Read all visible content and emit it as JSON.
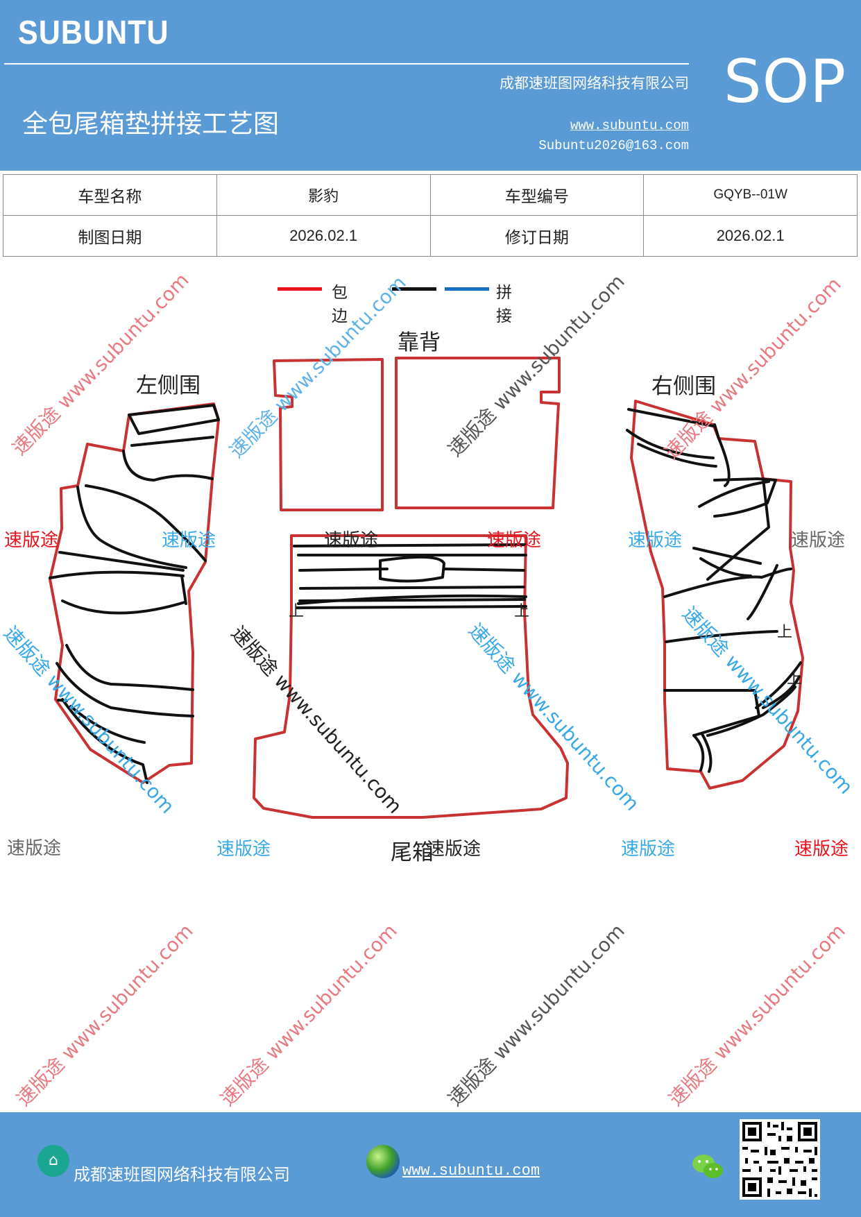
{
  "header": {
    "brand": "SUBUNTU",
    "company": "成都速班图网络科技有限公司",
    "title": "全包尾箱垫拼接工艺图",
    "website": "www.subuntu.com",
    "email": "Subuntu2026@163.com",
    "badge": "SOP"
  },
  "info_table": {
    "rows": [
      {
        "label1": "车型名称",
        "value1": "影豹",
        "label2": "车型编号",
        "value2": "GQYB--01W"
      },
      {
        "label1": "制图日期",
        "value1": "2026.02.1",
        "label2": "修订日期",
        "value2": "2026.02.1"
      }
    ]
  },
  "legend": {
    "items": [
      {
        "label": "包边",
        "color": "#e8141d"
      },
      {
        "label": "",
        "color": "#111111"
      },
      {
        "label": "拼接",
        "color": "#1a6fc4"
      }
    ]
  },
  "diagram": {
    "labels": {
      "backrest": "靠背",
      "left_side": "左侧围",
      "right_side": "右侧围",
      "trunk": "尾箱",
      "up_mark": "上"
    },
    "colors": {
      "edge": "#c83232",
      "seam": "#111111"
    }
  },
  "watermarks": {
    "brand_text": "速版途",
    "diag_text": "速版途 www.subuntu.com",
    "diag_url": "www.subuntu.com"
  },
  "footer": {
    "company": "成都速班图网络科技有限公司",
    "website": "www.subuntu.com",
    "home_icon": "home-icon",
    "globe_icon": "globe-icon",
    "wechat_icon": "wechat-icon"
  }
}
